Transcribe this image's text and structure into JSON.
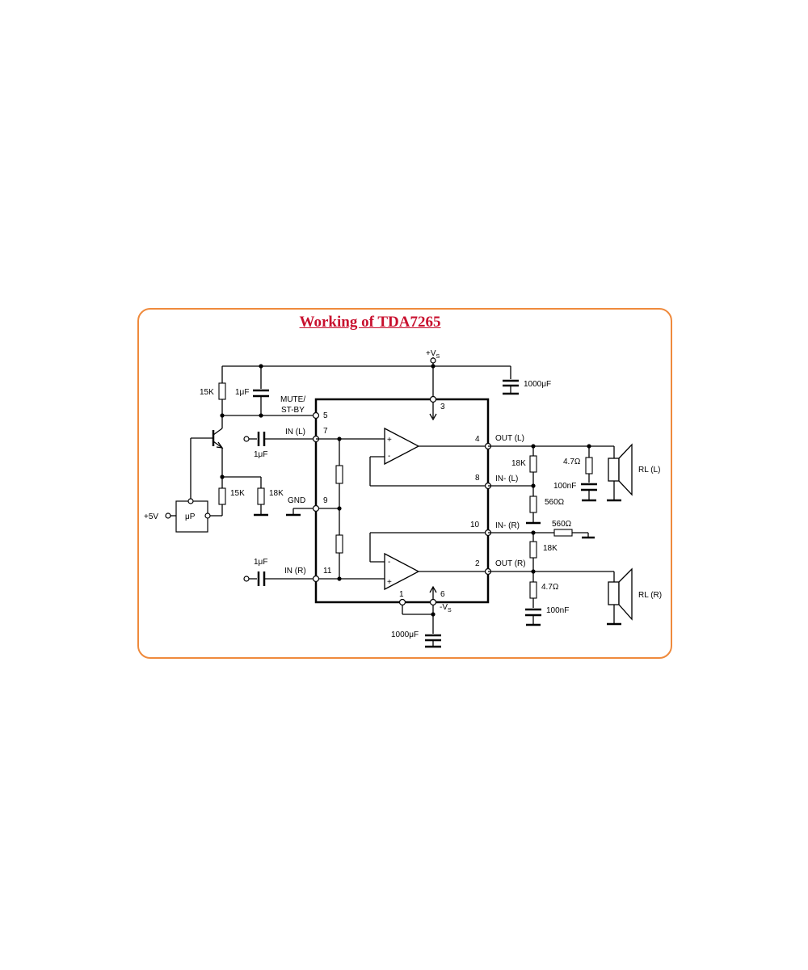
{
  "title": "Working of TDA7265",
  "labels": {
    "vs_pos": "+V",
    "vs_pos_sub": "S",
    "vs_neg": "-V",
    "vs_neg_sub": "S",
    "c_1000uf_top": "1000μF",
    "c_1000uf_bottom": "1000μF",
    "r_15k_top": "15K",
    "c_1uf_mute": "1μF",
    "mute": "MUTE/",
    "st_by": "ST-BY",
    "in_l": "IN (L)",
    "c_1uf_in_l": "1μF",
    "r_15k_bottom": "15K",
    "r_18k_mute": "18K",
    "gnd": "GND",
    "plus5v": "+5V",
    "up": "μP",
    "c_1uf_in_r": "1μF",
    "in_r": "IN (R)",
    "out_l": "OUT (L)",
    "in_minus_l": "IN- (L)",
    "r_18k_l": "18K",
    "r_560_l": "560Ω",
    "r_47_l": "4.7Ω",
    "c_100nf_l": "100nF",
    "rl_l": "RL (L)",
    "in_minus_r": "IN- (R)",
    "r_560_r": "560Ω",
    "r_18k_r": "18K",
    "out_r": "OUT (R)",
    "r_47_r": "4.7Ω",
    "c_100nf_r": "100nF",
    "rl_r": "RL (R)",
    "opamp_plus": "+",
    "opamp_minus": "-"
  },
  "pins": {
    "p1": "1",
    "p2": "2",
    "p3": "3",
    "p4": "4",
    "p5": "5",
    "p6": "6",
    "p7": "7",
    "p8": "8",
    "p9": "9",
    "p10": "10",
    "p11": "11"
  },
  "colors": {
    "frame": "#ef8a3c",
    "title": "#c8102e",
    "wire": "#000000"
  }
}
